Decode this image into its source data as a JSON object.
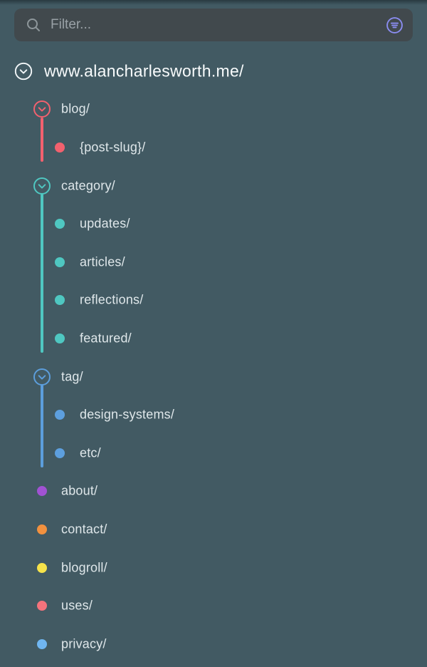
{
  "colors": {
    "background": "#425A63",
    "filter_bar_bg": "#41494D",
    "placeholder_text": "#99A1A6",
    "search_icon": "#8E979B",
    "funnel_icon": "#8B8DF2",
    "node_text": "#DFE7EA",
    "root_text": "#F8FBFC"
  },
  "icons": {
    "search": "magnifier",
    "filter_options": "circle-with-three-lines",
    "expanded_node": "chevron-down-in-circle",
    "leaf_node": "filled-dot"
  },
  "filter": {
    "placeholder": "Filter...",
    "value": ""
  },
  "tree": {
    "root": {
      "label": "www.alancharlesworth.me/",
      "color": "#F2F6F8",
      "expanded": true
    },
    "items": [
      {
        "label": "blog/",
        "level": 1,
        "kind": "parent",
        "color": "#F2616E",
        "child_count": 1
      },
      {
        "label": "{post-slug}/",
        "level": 2,
        "kind": "leaf",
        "color": "#F2616E"
      },
      {
        "label": "category/",
        "level": 1,
        "kind": "parent",
        "color": "#4FC7C1",
        "child_count": 4
      },
      {
        "label": "updates/",
        "level": 2,
        "kind": "leaf",
        "color": "#4FC7C1"
      },
      {
        "label": "articles/",
        "level": 2,
        "kind": "leaf",
        "color": "#4FC7C1"
      },
      {
        "label": "reflections/",
        "level": 2,
        "kind": "leaf",
        "color": "#4FC7C1"
      },
      {
        "label": "featured/",
        "level": 2,
        "kind": "leaf",
        "color": "#4FC7C1"
      },
      {
        "label": "tag/",
        "level": 1,
        "kind": "parent",
        "color": "#5C9EDC",
        "child_count": 2
      },
      {
        "label": "design-systems/",
        "level": 2,
        "kind": "leaf",
        "color": "#5D9FDE"
      },
      {
        "label": "etc/",
        "level": 2,
        "kind": "leaf",
        "color": "#5D9FDE"
      },
      {
        "label": "about/",
        "level": 1,
        "kind": "leaf",
        "color": "#A152D3"
      },
      {
        "label": "contact/",
        "level": 1,
        "kind": "leaf",
        "color": "#F2913F"
      },
      {
        "label": "blogroll/",
        "level": 1,
        "kind": "leaf",
        "color": "#F6E34A"
      },
      {
        "label": "uses/",
        "level": 1,
        "kind": "leaf",
        "color": "#F4737C"
      },
      {
        "label": "privacy/",
        "level": 1,
        "kind": "leaf",
        "color": "#70B6F1"
      }
    ]
  }
}
